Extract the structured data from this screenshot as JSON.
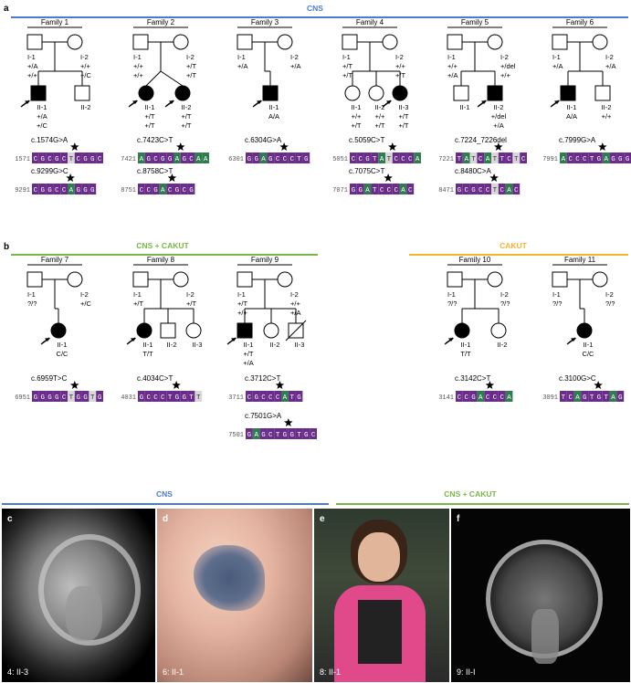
{
  "panel_a": {
    "letter": "a",
    "group": "CNS"
  },
  "panel_b": {
    "letter": "b",
    "group_left": "CNS + CAKUT",
    "group_right": "CAKUT"
  },
  "colors": {
    "cns": "#4a7bd0",
    "cns_cakut": "#7ab648",
    "cakut": "#f5b335",
    "purple": "#6a2c8a",
    "green": "#2f7d4f",
    "light": "#d8d8d8"
  },
  "families": [
    {
      "title": "Family 1",
      "p1": "I-1",
      "p1g": [
        "+/A",
        "+/+"
      ],
      "p2": "I-2",
      "p2g": [
        "+/+",
        "+/C"
      ],
      "kids": [
        {
          "label": "II-1",
          "g": [
            "+/A",
            "+/C"
          ],
          "aff": true,
          "sex": "m",
          "proband": true
        },
        {
          "label": "II-2",
          "g": [],
          "aff": false,
          "sex": "m"
        }
      ],
      "variants": [
        {
          "name": "c.1574G>A",
          "pos": "1571",
          "seq": "CGCGCTCGGC"
        },
        {
          "name": "c.9299G>C",
          "pos": "9291",
          "seq": "CGGCCAGGG"
        }
      ]
    },
    {
      "title": "Family 2",
      "p1": "I-1",
      "p1g": [
        "+/+",
        "+/+"
      ],
      "p2": "I-2",
      "p2g": [
        "+/T",
        "+/T"
      ],
      "kids": [
        {
          "label": "II-1",
          "g": [
            "+/T",
            "+/T"
          ],
          "aff": true,
          "sex": "f",
          "proband": true
        },
        {
          "label": "II-2",
          "g": [
            "+/T",
            "+/T"
          ],
          "aff": true,
          "sex": "f",
          "proband": true
        }
      ],
      "variants": [
        {
          "name": "c.7423C>T",
          "pos": "7421",
          "seq": "AGCGGAGCAA"
        },
        {
          "name": "c.8758C>T",
          "pos": "8751",
          "seq": "CCGACGCG"
        }
      ]
    },
    {
      "title": "Family 3",
      "p1": "I-1",
      "p1g": [
        "+/A"
      ],
      "p2": "I-2",
      "p2g": [
        "+/A"
      ],
      "kids": [
        {
          "label": "II-1",
          "g": [
            "A/A"
          ],
          "aff": true,
          "sex": "m",
          "proband": true
        }
      ],
      "variants": [
        {
          "name": "c.6304G>A",
          "pos": "6301",
          "seq": "GGAGCCCTG"
        }
      ]
    },
    {
      "title": "Family 4",
      "p1": "I-1",
      "p1g": [
        "+/T",
        "+/T"
      ],
      "p2": "I-2",
      "p2g": [
        "+/+",
        "+/T"
      ],
      "kids": [
        {
          "label": "II-1",
          "g": [
            "+/+",
            "+/T"
          ],
          "aff": false,
          "sex": "f"
        },
        {
          "label": "II-2",
          "g": [
            "+/+",
            "+/T"
          ],
          "aff": false,
          "sex": "f"
        },
        {
          "label": "II-3",
          "g": [
            "+/T",
            "+/T"
          ],
          "aff": true,
          "sex": "f",
          "proband": true
        }
      ],
      "variants": [
        {
          "name": "c.5059C>T",
          "pos": "5051",
          "seq": "CCGTATCCCA"
        },
        {
          "name": "c.7075C>T",
          "pos": "7071",
          "seq": "GGATCCCAC"
        }
      ]
    },
    {
      "title": "Family 5",
      "p1": "I-1",
      "p1g": [
        "+/+",
        "+/A"
      ],
      "p2": "I-2",
      "p2g": [
        "+/del",
        "+/+"
      ],
      "kids": [
        {
          "label": "II-1",
          "g": [],
          "aff": false,
          "sex": "m"
        },
        {
          "label": "II-2",
          "g": [
            "+/del",
            "+/A"
          ],
          "aff": true,
          "sex": "m",
          "proband": true
        }
      ],
      "variants": [
        {
          "name": "c.7224_7226del",
          "pos": "7221",
          "seq": "TATCATTCTC"
        },
        {
          "name": "c.8480C>A",
          "pos": "8471",
          "seq": "GCGCCTCAC"
        }
      ]
    },
    {
      "title": "Family 6",
      "p1": "I-1",
      "p1g": [
        "+/A"
      ],
      "p2": "I-2",
      "p2g": [
        "+/A"
      ],
      "kids": [
        {
          "label": "II-1",
          "g": [
            "A/A"
          ],
          "aff": true,
          "sex": "m",
          "proband": true
        },
        {
          "label": "II-2",
          "g": [
            "+/+"
          ],
          "aff": false,
          "sex": "m"
        }
      ],
      "variants": [
        {
          "name": "c.7999G>A",
          "pos": "7991",
          "seq": "ACCCTGAGGG"
        }
      ]
    },
    {
      "title": "Family 7",
      "p1": "I-1",
      "p1g": [
        "?/?"
      ],
      "p2": "I-2",
      "p2g": [
        "+/C"
      ],
      "kids": [
        {
          "label": "II-1",
          "g": [
            "C/C"
          ],
          "aff": true,
          "sex": "f",
          "proband": true
        }
      ],
      "variants": [
        {
          "name": "c.6959T>C",
          "pos": "6951",
          "seq": "GGGGCTGGTG"
        }
      ]
    },
    {
      "title": "Family 8",
      "p1": "I-1",
      "p1g": [
        "+/T"
      ],
      "p2": "I-2",
      "p2g": [
        "+/T"
      ],
      "kids": [
        {
          "label": "II-1",
          "g": [
            "T/T"
          ],
          "aff": true,
          "sex": "f",
          "proband": true
        },
        {
          "label": "II-2",
          "g": [],
          "aff": false,
          "sex": "m"
        },
        {
          "label": "II-3",
          "g": [],
          "aff": false,
          "sex": "f"
        }
      ],
      "variants": [
        {
          "name": "c.4034C>T",
          "pos": "4031",
          "seq": "GCCCTGGTT"
        }
      ]
    },
    {
      "title": "Family 9",
      "p1": "I-1",
      "p1g": [
        "+/T",
        "+/+"
      ],
      "p2": "I-2",
      "p2g": [
        "+/+",
        "+/A"
      ],
      "kids": [
        {
          "label": "II-1",
          "g": [
            "+/T",
            "+/A"
          ],
          "aff": true,
          "sex": "m",
          "proband": true
        },
        {
          "label": "II-2",
          "g": [],
          "aff": false,
          "sex": "f"
        },
        {
          "label": "II-3",
          "g": [],
          "aff": false,
          "sex": "m",
          "deceased": true
        }
      ],
      "variants": [
        {
          "name": "c.3712C>T",
          "pos": "3711",
          "seq": "CGCCCATG"
        },
        {
          "name": "c.7501G>A",
          "pos": "7501",
          "seq": "GAGCTGGTGC"
        }
      ]
    },
    {
      "title": "Family 10",
      "p1": "I-1",
      "p1g": [
        "?/?"
      ],
      "p2": "I-2",
      "p2g": [
        "?/?"
      ],
      "kids": [
        {
          "label": "II-1",
          "g": [
            "T/T"
          ],
          "aff": true,
          "sex": "f",
          "proband": true
        },
        {
          "label": "II-2",
          "g": [],
          "aff": false,
          "sex": "f"
        }
      ],
      "variants": [
        {
          "name": "c.3142C>T",
          "pos": "3141",
          "seq": "CCGACCCA"
        }
      ]
    },
    {
      "title": "Family 11",
      "p1": "I-1",
      "p1g": [
        "?/?"
      ],
      "p2": "I-2",
      "p2g": [
        "?/?"
      ],
      "kids": [
        {
          "label": "II-1",
          "g": [
            "C/C"
          ],
          "aff": true,
          "sex": "f",
          "proband": true
        }
      ],
      "variants": [
        {
          "name": "c.3100G>C",
          "pos": "3091",
          "seq": "TCAGTGTAG"
        }
      ]
    }
  ],
  "bottom": {
    "left_header": "CNS",
    "right_header": "CNS + CAKUT",
    "photos": [
      {
        "letter": "c",
        "label": "4: II-3"
      },
      {
        "letter": "d",
        "label": "6: II-1"
      },
      {
        "letter": "e",
        "label": "8: II-1"
      },
      {
        "letter": "f",
        "label": "9: II-I"
      }
    ]
  }
}
